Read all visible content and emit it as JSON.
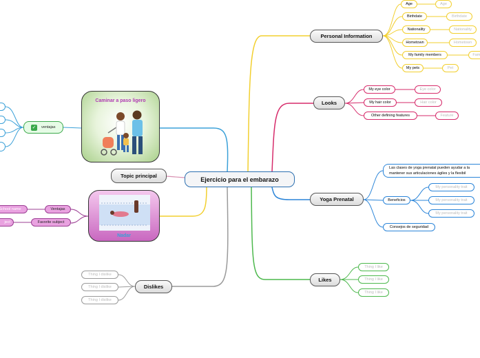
{
  "root": {
    "label": "Ejercicio para el embarazo"
  },
  "topic_principal": {
    "label": "Topic principal"
  },
  "personal_information": {
    "label": "Personal Information",
    "items": [
      {
        "label": "Age",
        "value": "Age"
      },
      {
        "label": "Birthdate",
        "value": "Birthdate"
      },
      {
        "label": "Nationality",
        "value": "Nationality"
      },
      {
        "label": "Hometown",
        "value": "Hometown"
      },
      {
        "label": "My family members",
        "value": "Fami"
      },
      {
        "label": "My pets",
        "value": "Pet"
      }
    ]
  },
  "looks": {
    "label": "Looks",
    "items": [
      {
        "label": "My eye color",
        "value": "Eye color"
      },
      {
        "label": "My hair color",
        "value": "Hair color"
      },
      {
        "label": "Other defining features",
        "value": "Feature"
      }
    ]
  },
  "yoga_prenatal": {
    "label": "Yoga Prenatal",
    "description_line1": "Las clases de yoga prenatal pueden ayudar a la",
    "description_line2": "mantener sus articulaciones ágiles y la flexibil",
    "beneficios": {
      "label": "Beneficios",
      "traits": [
        "My personality trait",
        "My personality trait",
        "My personality trait"
      ]
    },
    "consejos": {
      "label": "Consejos de seguridad"
    }
  },
  "likes": {
    "label": "Likes",
    "items": [
      "Thing I like",
      "Thing I like",
      "Thing I like"
    ]
  },
  "dislikes": {
    "label": "Dislikes",
    "items": [
      "Thing I dislike",
      "Thing I dislike",
      "Thing I dislike"
    ]
  },
  "caminar": {
    "title": "Caminar a paso ligero",
    "ventajas": {
      "label": "ventajas",
      "icon": "checkmark-icon"
    }
  },
  "nadar": {
    "caption": "Nadar",
    "ventajas": {
      "label": "Ventajas",
      "value": "School name"
    },
    "favorite_subject": {
      "label": "Favorite subject",
      "value": "ject"
    }
  },
  "colors": {
    "yellow": "#f2cf2e",
    "pink": "#d62a6a",
    "blue": "#2a84d8",
    "green": "#4cb84c",
    "gray": "#9a9a9a",
    "purple": "#9b3d93",
    "teal": "#3aa0d8"
  }
}
